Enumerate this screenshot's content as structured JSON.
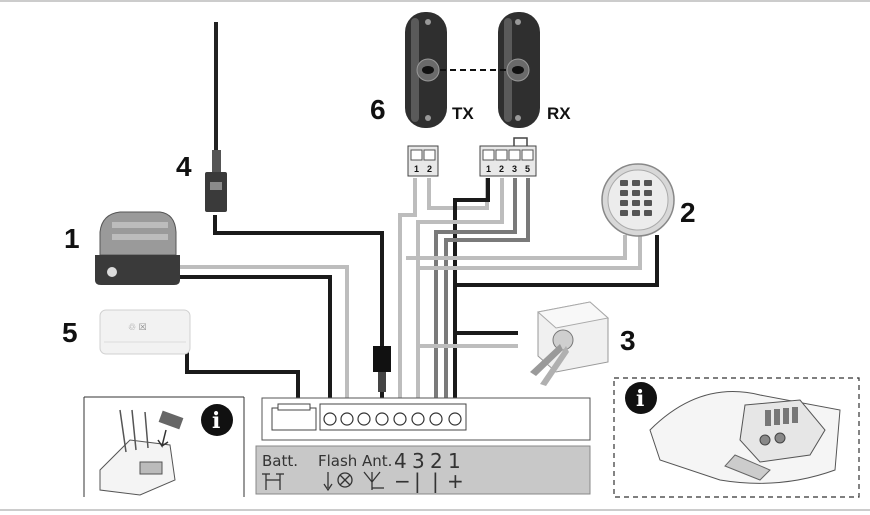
{
  "components": {
    "flash_light": {
      "number": "1"
    },
    "keypad": {
      "number": "2"
    },
    "key_switch": {
      "number": "3"
    },
    "antenna": {
      "number": "4"
    },
    "battery": {
      "number": "5"
    },
    "photocells": {
      "number": "6",
      "tx_label": "TX",
      "rx_label": "RX"
    }
  },
  "photocell_terminals": {
    "tx": [
      "1",
      "2"
    ],
    "rx": [
      "1",
      "2",
      "3",
      "5"
    ]
  },
  "control_panel": {
    "labels": {
      "batt": "Batt.",
      "flash": "Flash",
      "ant": "Ant.",
      "n4": "4",
      "n3": "3",
      "n2": "2",
      "n1": "1"
    },
    "symbols": {
      "minus": "−",
      "bar_a": "|",
      "bar_b": "|",
      "plus": "+"
    }
  },
  "info_boxes": [
    {
      "icon": "info-icon",
      "text": "i"
    },
    {
      "icon": "info-icon",
      "text": "i"
    }
  ],
  "colors": {
    "wire_black": "#1a1a1a",
    "wire_grey": "#bdbdbd",
    "wire_dark_grey": "#7a7a7a",
    "panel_fill": "#c8c8c8"
  }
}
